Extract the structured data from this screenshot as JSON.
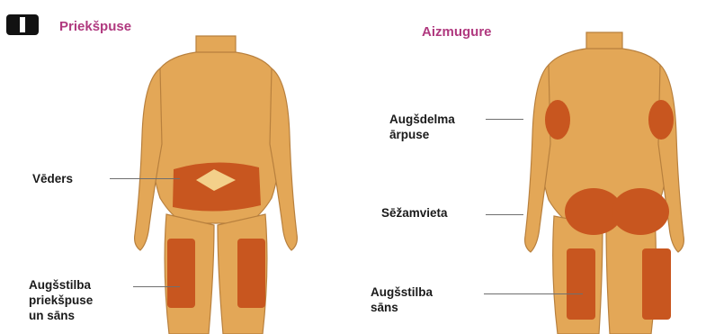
{
  "badge": {
    "icon": "roman-numeral-one-icon"
  },
  "front": {
    "title": "Priekšpuse",
    "labels": {
      "abdomen": "Vēders",
      "thigh_line1": "Augšstilba",
      "thigh_line2": "priekšpuse",
      "thigh_line3": "un sāns"
    }
  },
  "back": {
    "title": "Aizmugure",
    "labels": {
      "arm_line1": "Augšdelma",
      "arm_line2": "ārpuse",
      "buttock": "Sēžamvieta",
      "thigh_line1": "Augšstilba",
      "thigh_line2": "sāns"
    }
  },
  "colors": {
    "skin": "#e3a757",
    "skin_outline": "#b8803e",
    "zone": "#c8561f",
    "title": "#b0397f"
  }
}
